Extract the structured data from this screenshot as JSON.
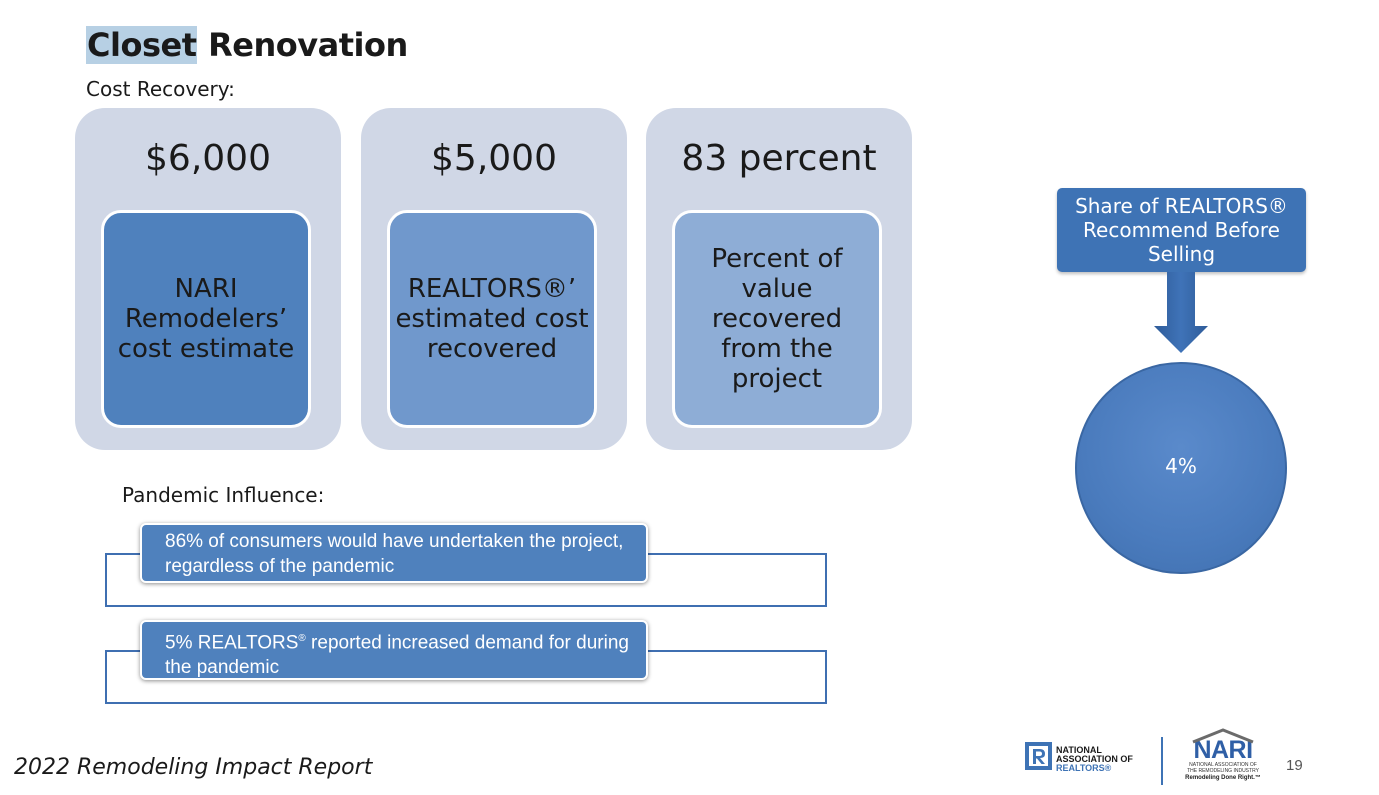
{
  "header": {
    "title_highlight": "Closet",
    "title_rest": " Renovation",
    "cost_recovery_label": "Cost Recovery:",
    "pandemic_label": "Pandemic Influence:"
  },
  "cards": [
    {
      "value": "$6,000",
      "description": "NARI Remodelers’ cost estimate"
    },
    {
      "value": "$5,000",
      "description": "REALTORS®’ estimated cost recovered"
    },
    {
      "value": "83 percent",
      "description": "Percent of value recovered from the project"
    }
  ],
  "pandemic": {
    "items": [
      {
        "text": "86% of consumers would have undertaken the project, regardless of the pandemic"
      },
      {
        "pre": "5% REALTORS",
        "sup": "®",
        "post": " reported increased demand for during the pandemic"
      }
    ]
  },
  "share": {
    "label": "Share of REALTORS® Recommend Before Selling",
    "value": "4%"
  },
  "footer": {
    "report": "2022 Remodeling Impact Report",
    "page": "19",
    "nar_logo_text": [
      "NATIONAL",
      "ASSOCIATION OF",
      "REALTORS®"
    ],
    "nari_word": "NARI",
    "nari_sub": [
      "NATIONAL ASSOCIATION OF",
      "THE REMODELING INDUSTRY"
    ],
    "nari_tag": "Remodeling Done Right.™"
  },
  "colors": {
    "card_bg": "#d0d7e6",
    "inner_1": "#4f81bd",
    "inner_2": "#7098cc",
    "inner_3": "#8eadd6",
    "accent": "#3e73b5"
  }
}
